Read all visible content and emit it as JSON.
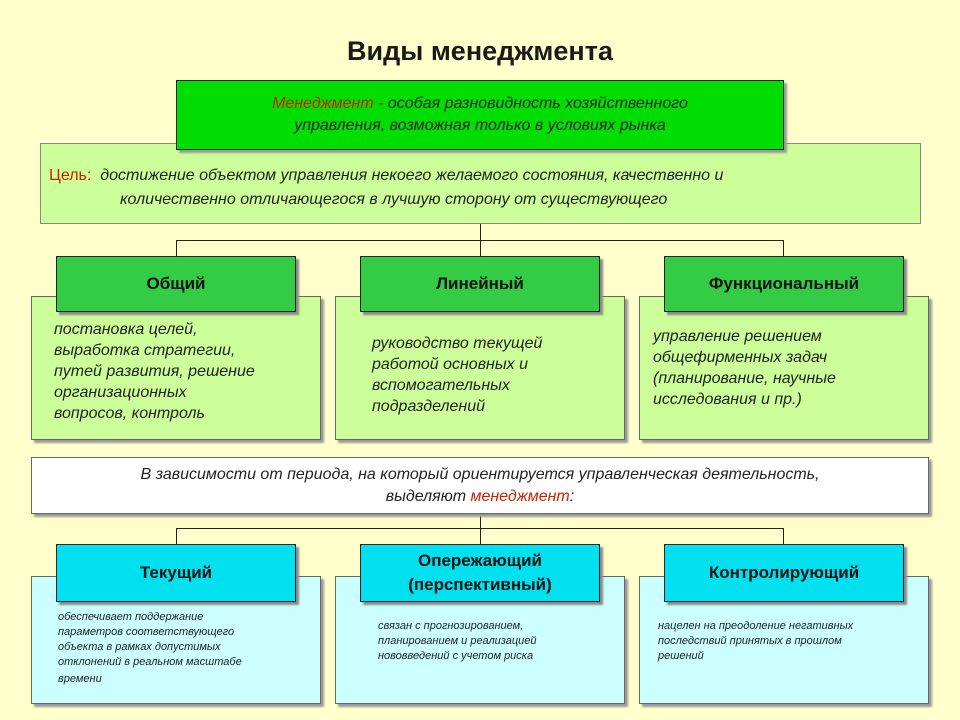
{
  "title": "Виды менеджмента",
  "definition": {
    "term": "Менеджмент -",
    "line1": "особая разновидность хозяйственного",
    "line2": "управления, возможная только в условиях рынка"
  },
  "goal": {
    "label": "Цель:",
    "line1": "достижение объектом управления некоего желаемого состояния, качественно и",
    "line2": "количественно отличающегося в лучшую сторону от существующего"
  },
  "types": [
    {
      "name": "Общий",
      "description": [
        "постановка целей,",
        "выработка стратегии,",
        "путей развития, решение",
        "организационных",
        "вопросов, контроль"
      ]
    },
    {
      "name": "Линейный",
      "description": [
        "руководство текущей",
        "работой основных и",
        "вспомогательных",
        "подразделений"
      ]
    },
    {
      "name": "Функциональный",
      "description": [
        "управление решением",
        "общефирменных задач",
        "(планирование, научные",
        "исследования и пр.)"
      ]
    }
  ],
  "period": {
    "line1": "В зависимости от периода, на который ориентируется управленческая деятельность,",
    "line2_prefix": "выделяют",
    "line2_term": "менеджмент",
    "line2_suffix": ":"
  },
  "period_types": [
    {
      "name_line1": "Текущий",
      "name_line2": "",
      "description": [
        "обеспечивает поддержание",
        "параметров соответствующего",
        "объекта в рамках допустимых",
        "отклонений в реальном масштабе",
        "времени"
      ]
    },
    {
      "name_line1": "Опережающий",
      "name_line2": "(перспективный)",
      "description": [
        "связан с прогнозированием,",
        "планированием и реализацией",
        "нововведений с учетом риска"
      ]
    },
    {
      "name_line1": "Контролирующий",
      "name_line2": "",
      "description": [
        "нацелен на преодоление негативных",
        "последствий принятых в прошлом",
        "решений"
      ]
    }
  ],
  "colors": {
    "background": "#ffffcc",
    "definition_fill": "#00dd00",
    "light_green": "#ccff99",
    "header_green": "#33cc44",
    "header_cyan": "#00e0ee",
    "light_cyan": "#ccffff",
    "accent_red": "#cc2200"
  }
}
